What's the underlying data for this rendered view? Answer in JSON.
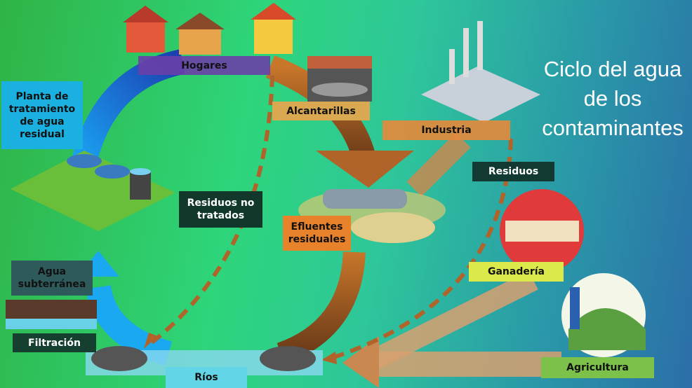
{
  "title": {
    "line1": "Ciclo del agua",
    "line2": "de los",
    "line3": "contaminantes"
  },
  "labels": {
    "hogares": "Hogares",
    "alcantarillas": "Alcantarillas",
    "industria": "Industria",
    "residuos": "Residuos",
    "planta": "Planta de tratamiento de agua residual",
    "residuos_no_tratados": "Residuos no tratados",
    "efluentes": "Efluentes residuales",
    "ganaderia": "Ganadería",
    "agua_subterranea": "Agua subterránea",
    "filtracion": "Filtración",
    "rios": "Ríos",
    "agricultura": "Agricultura"
  },
  "colors": {
    "clean_flow": "#1a4fd0",
    "polluted_flow": "#b0642a",
    "hogares": "#6a3fa8",
    "alcantarillas": "#d9a850",
    "industria": "#e38a3c",
    "dark_label": "#123a32",
    "planta": "#1ab0e0",
    "efluentes": "#e8822a",
    "ganaderia": "#dbe94a",
    "agricultura": "#7cc24a",
    "rios": "#62d6e6"
  }
}
